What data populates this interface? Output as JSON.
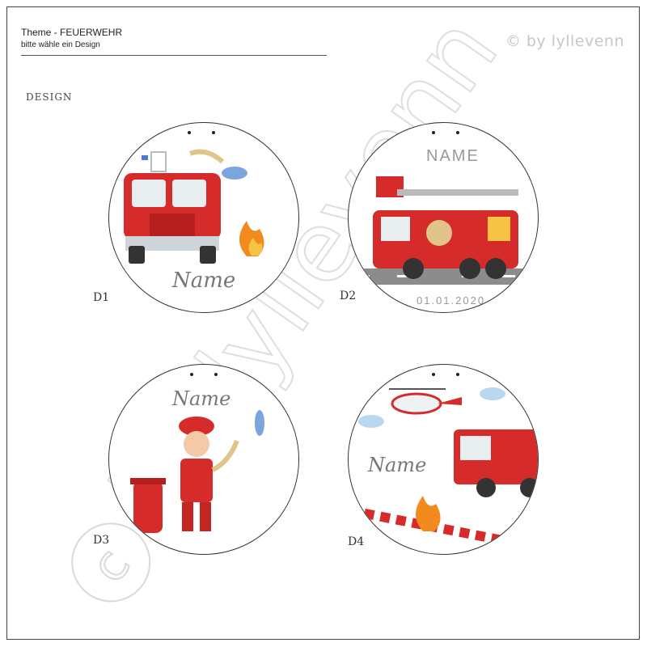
{
  "header": {
    "theme": "Theme - FEUERWEHR",
    "subtitle": "bitte wähle ein Design",
    "copyright": "© by lyllevenn"
  },
  "section_label": "DESIGN",
  "designs": [
    {
      "code": "D1",
      "name_text": "Name"
    },
    {
      "code": "D2",
      "name_text": "NAME",
      "date_text": "01.01.2020"
    },
    {
      "code": "D3",
      "name_text": "Name"
    },
    {
      "code": "D4",
      "name_text": "Name"
    }
  ],
  "watermark": "© by lyllevenn",
  "colors": {
    "truck_red": "#d62b2b",
    "flame_orange": "#f28a1e",
    "water_blue": "#5b8fd6",
    "road_gray": "#8c8c8c"
  }
}
